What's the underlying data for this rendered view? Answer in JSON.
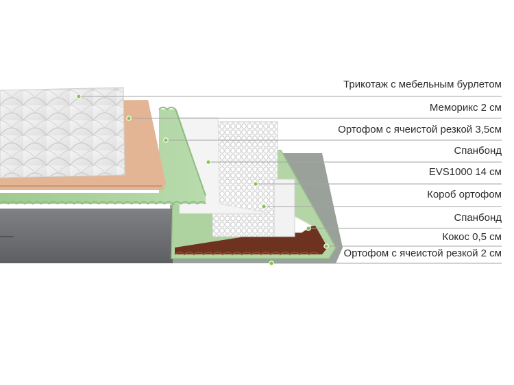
{
  "colors": {
    "accent_green": "#8bc34a",
    "leader_line": "#9a9a9a",
    "foam_green": "#a9cf9c",
    "latex_peach": "#e6b898",
    "coir_brown": "#7a3a22",
    "cover_gray": "#6f7073"
  },
  "layers": [
    {
      "label": "Трикотаж с мебельным бурлетом"
    },
    {
      "label": "Мемо​рикс 2 см"
    },
    {
      "label": "Ортофом с ячеистой резкой 3,5см"
    },
    {
      "label": "Спанбонд"
    },
    {
      "label": "EVS1000 14 см"
    },
    {
      "label": "Короб ортофом"
    },
    {
      "label": "Спанбонд"
    },
    {
      "label": "Кокос 0,5 см"
    },
    {
      "label": "Ортофом с ячеистой резкой 2 см"
    }
  ]
}
